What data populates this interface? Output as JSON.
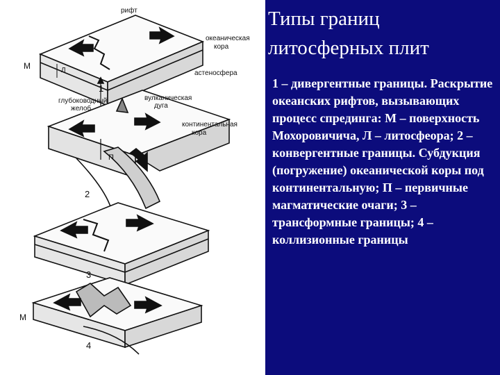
{
  "slide": {
    "title_line1": "Типы границ",
    "title_line2": "литосферных плит",
    "body": "1 – дивергентные границы. Раскрытие океанских рифтов, вызывающих процесс спрединга: М – поверхность Мохоровичича, Л – литосфеора; 2 – конвергентные границы. Субдукция (погружение) океанической коры под континентальную; П – первичные магматические очаги; 3 – трансформные границы; 4 – коллизионные границы"
  },
  "figure": {
    "labels": {
      "rift": "рифт",
      "oceanic_crust_1": "океаническая",
      "oceanic_crust_2": "кора",
      "asthenosphere": "астеносфера",
      "m_top": "М",
      "l_top": "Л",
      "deep_trench_1": "глубоководный",
      "deep_trench_2": "желоб",
      "volcanic_arc_1": "вулканическая",
      "volcanic_arc_2": "дуга",
      "cont_crust_1": "континентальная",
      "cont_crust_2": "кора",
      "p_label": "П",
      "m_bottom": "М"
    },
    "numbers": {
      "n1": "1",
      "n2": "2",
      "n3": "3",
      "n4": "4"
    }
  }
}
